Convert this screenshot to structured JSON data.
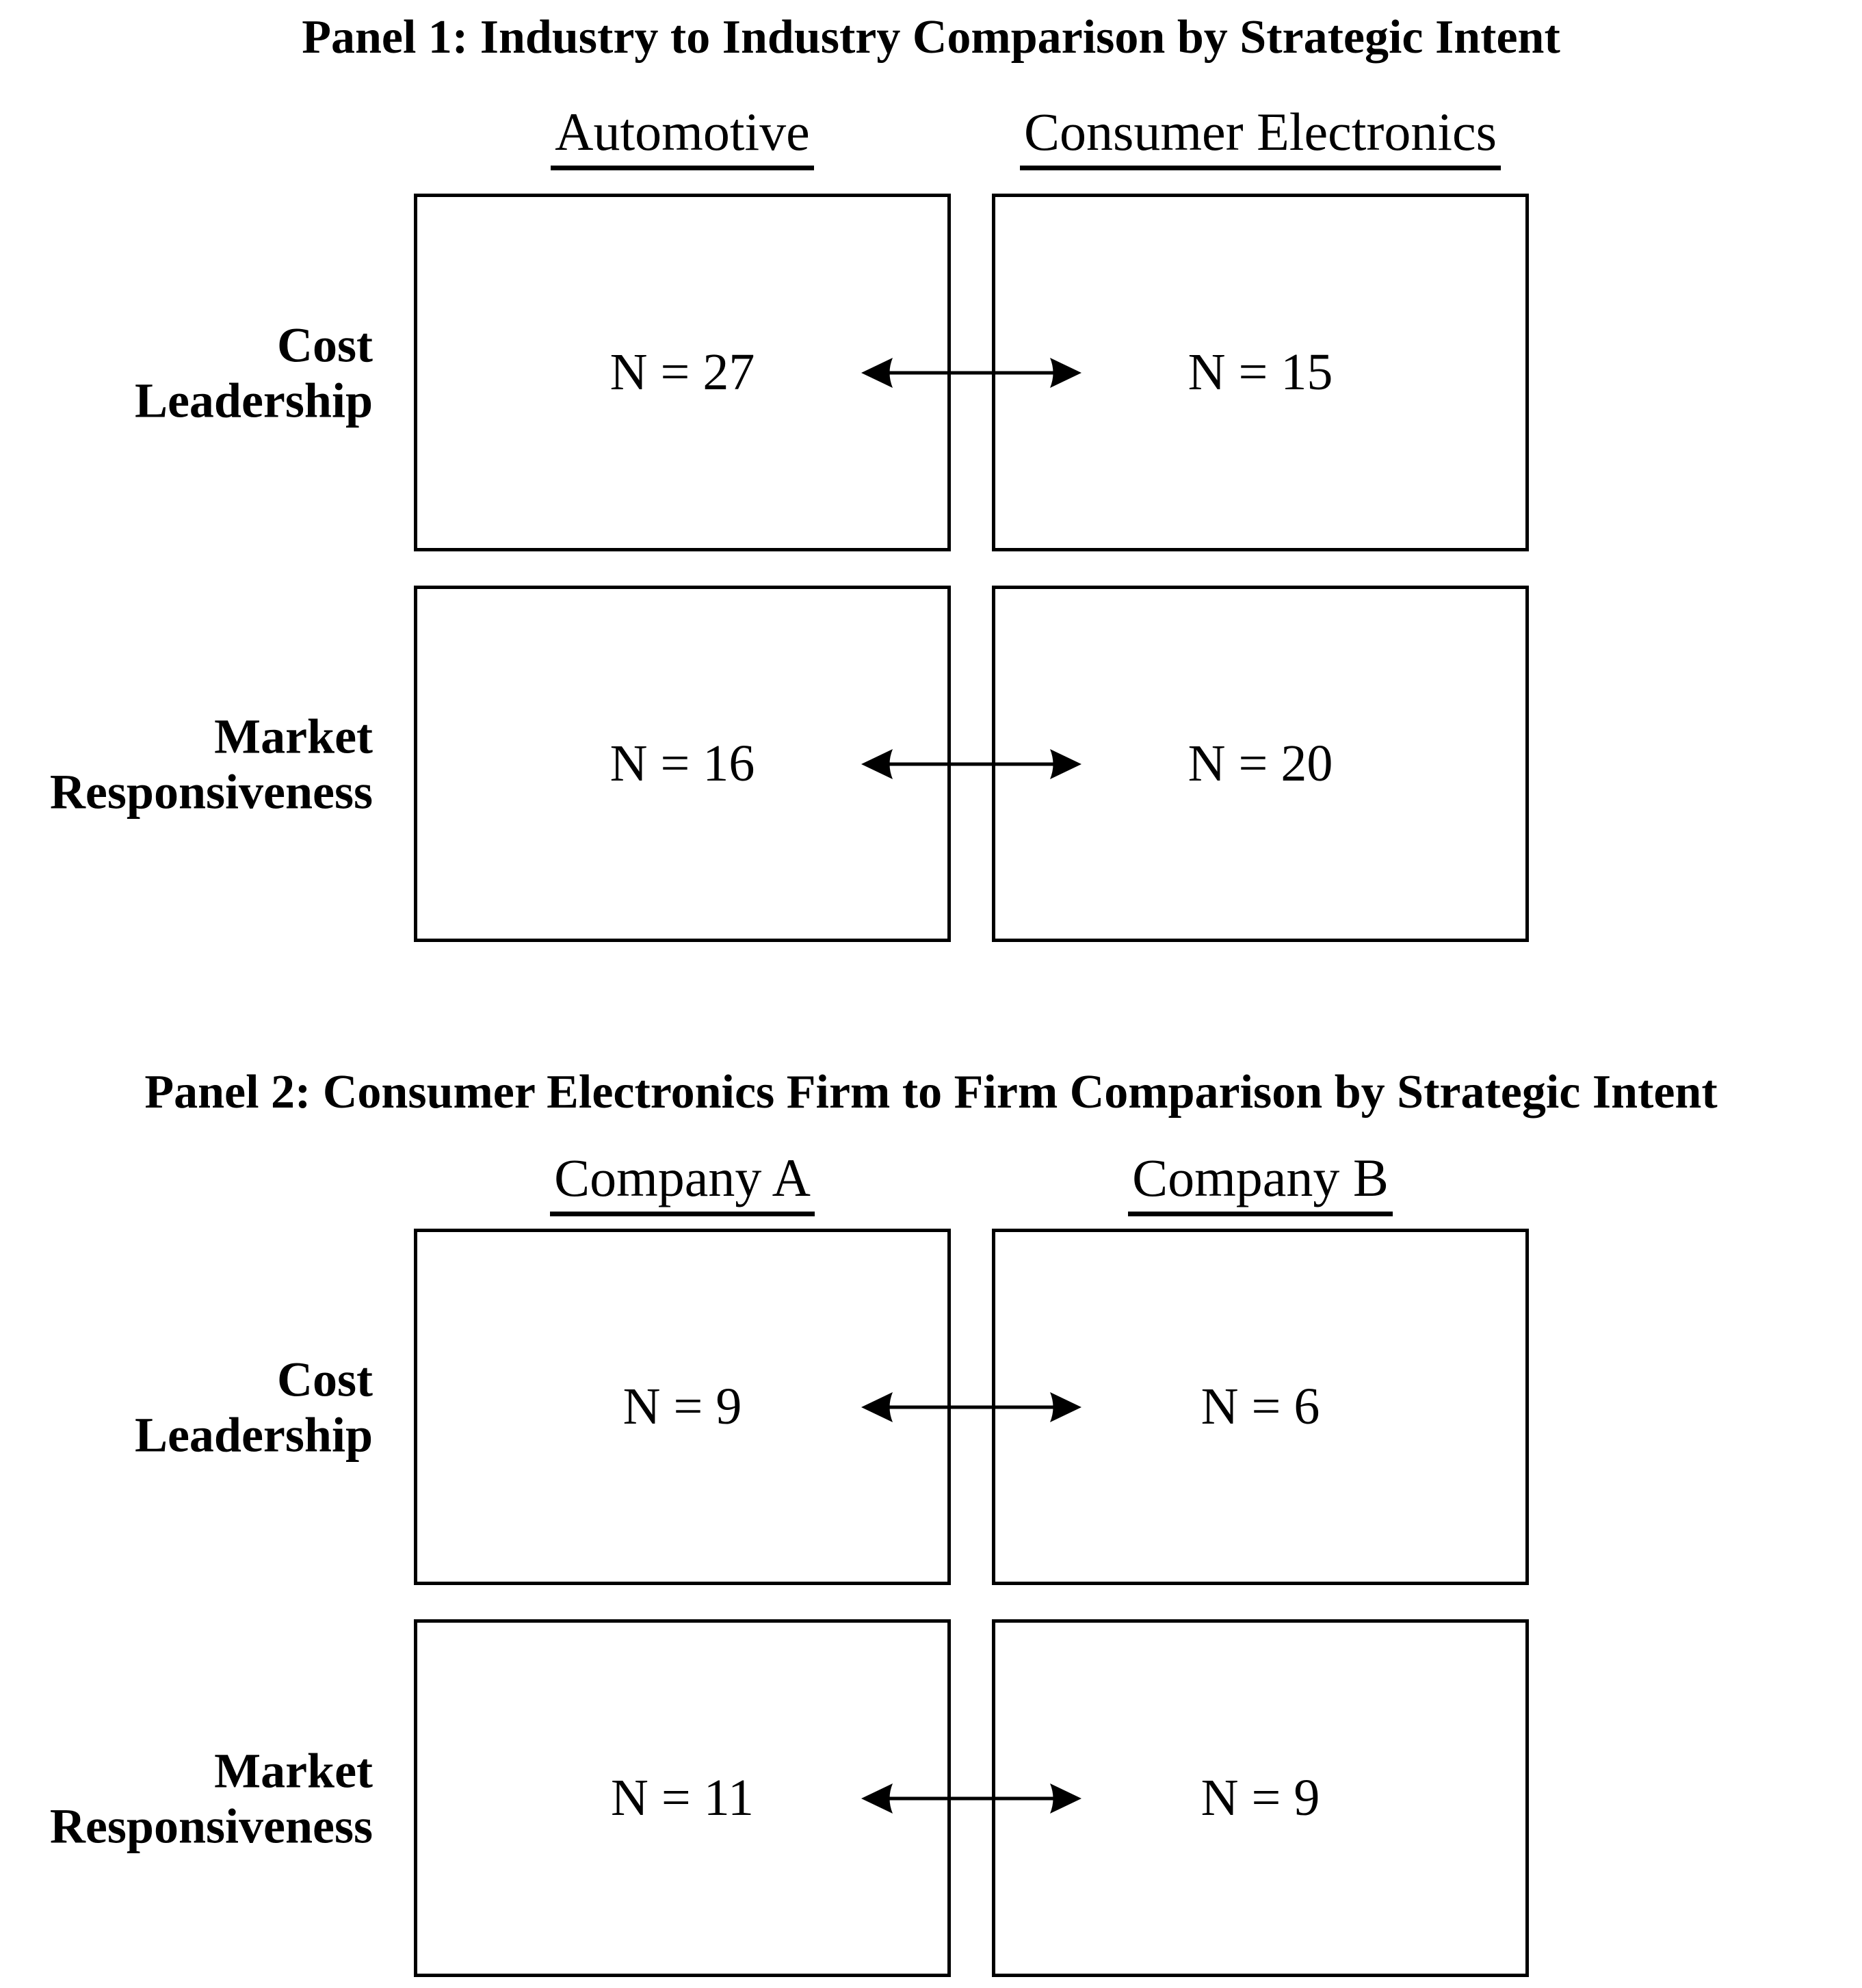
{
  "figure": {
    "background_color": "#ffffff",
    "ink_color": "#000000",
    "arrow_icon": "double-headed-arrow"
  },
  "panels": [
    {
      "title": "Panel 1: Industry to Industry Comparison by Strategic Intent",
      "columns": [
        "Automotive",
        "Consumer Electronics"
      ],
      "rows": [
        "Cost\nLeadership",
        "Market\nResponsiveness"
      ],
      "cells": [
        [
          "N = 27",
          "N = 15"
        ],
        [
          "N = 16",
          "N = 20"
        ]
      ]
    },
    {
      "title": "Panel 2: Consumer Electronics Firm to Firm Comparison by Strategic Intent",
      "columns": [
        "Company A",
        "Company B"
      ],
      "rows": [
        "Cost\nLeadership",
        "Market\nResponsiveness"
      ],
      "cells": [
        [
          "N = 9",
          "N = 6"
        ],
        [
          "N = 11",
          "N = 9"
        ]
      ]
    }
  ]
}
